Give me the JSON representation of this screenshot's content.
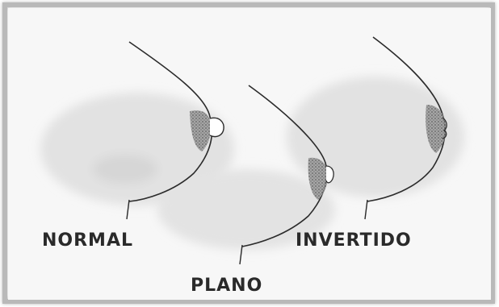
{
  "labels": {
    "normal": "NORMAL",
    "plano": "PLANO",
    "invertido": "INVERTIDO"
  },
  "colors": {
    "background": "#f7f7f7",
    "shading": "#e3e3e3",
    "shading_dark": "#d2d2d2",
    "areola": "#8a8a8a",
    "outline": "#2b2b2b",
    "label": "#2a2a2a",
    "frame": "#b9b9b9"
  }
}
